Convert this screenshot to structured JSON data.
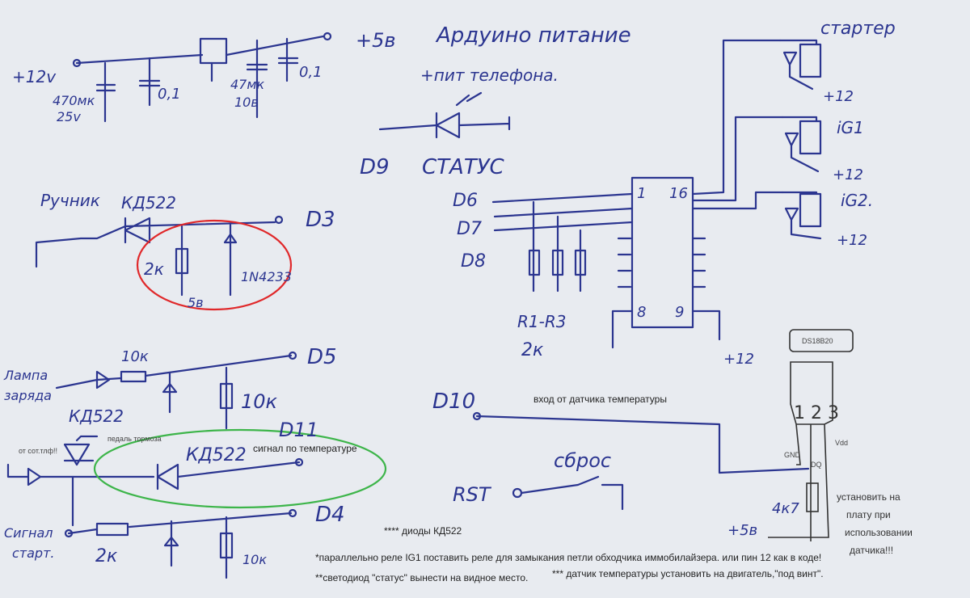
{
  "colors": {
    "ink": "#2b3590",
    "red_circle": "#e0282a",
    "green_circle": "#3db54a",
    "background": "#e8ebf0"
  },
  "handwritten": {
    "plus5v": "+5в",
    "arduino_power": "Ардуино питание",
    "phone_power": "+пит телефона.",
    "plus12v": "+12v",
    "c1": "470мк",
    "c1v": "25v",
    "c2": "0,1",
    "c3": "47мк",
    "c3v": "10в",
    "c4": "0,1",
    "d9": "D9",
    "status": "СТАТУС",
    "starter": "стартер",
    "ig1": "iG1",
    "ig2": "iG2.",
    "p12a": "+12",
    "p12b": "+12",
    "p12c": "+12",
    "p12d": "+12",
    "d6": "D6",
    "d7": "D7",
    "d8": "D8",
    "pin1": "1",
    "pin16": "16",
    "pin8": "8",
    "pin9": "9",
    "r1r3": "R1-R3",
    "r1r3_val": "2к",
    "handbrake": "Ручник",
    "kd522_a": "КД522",
    "d3": "D3",
    "r_2k": "2к",
    "zener": "1N4233",
    "v5": "5в",
    "lamp": "Лампа",
    "charge": "заряда",
    "r10k_a": "10к",
    "d5": "D5",
    "r10k_b": "10к",
    "kd522_b": "КД522",
    "d11": "D11",
    "kd522_c": "КД522",
    "d10": "D10",
    "reset": "сброс",
    "rst": "RST",
    "signal": "Сигнал",
    "start": "старт.",
    "r2k_b": "2к",
    "r10k_c": "10к",
    "d4": "D4",
    "r4k7": "4к7",
    "plus5v_b": "+5в",
    "pins123": "1 2 3"
  },
  "typed": {
    "ds18b20": "DS18B20",
    "gnd": "GND",
    "dq": "DQ",
    "vdd": "Vdd",
    "temp_input": "вход от датчика температуры",
    "from_phone": "от сот.тлф!!",
    "brake_pedal": "педаль тормоза",
    "temp_signal": "сигнал по температуре",
    "diodes_note": "**** диоды КД522",
    "note1": "*параллельно реле IG1 поставить реле для замыкания петли обходчика иммобилайзера. или пин 12 как в коде!",
    "note2": "**светодиод \"статус\" вынести на видное место.",
    "note3": "*** датчик температуры установить на двигатель,\"под винт\".",
    "install_note": [
      "установить на",
      "плату при",
      "использовании",
      "датчика!!!"
    ]
  }
}
